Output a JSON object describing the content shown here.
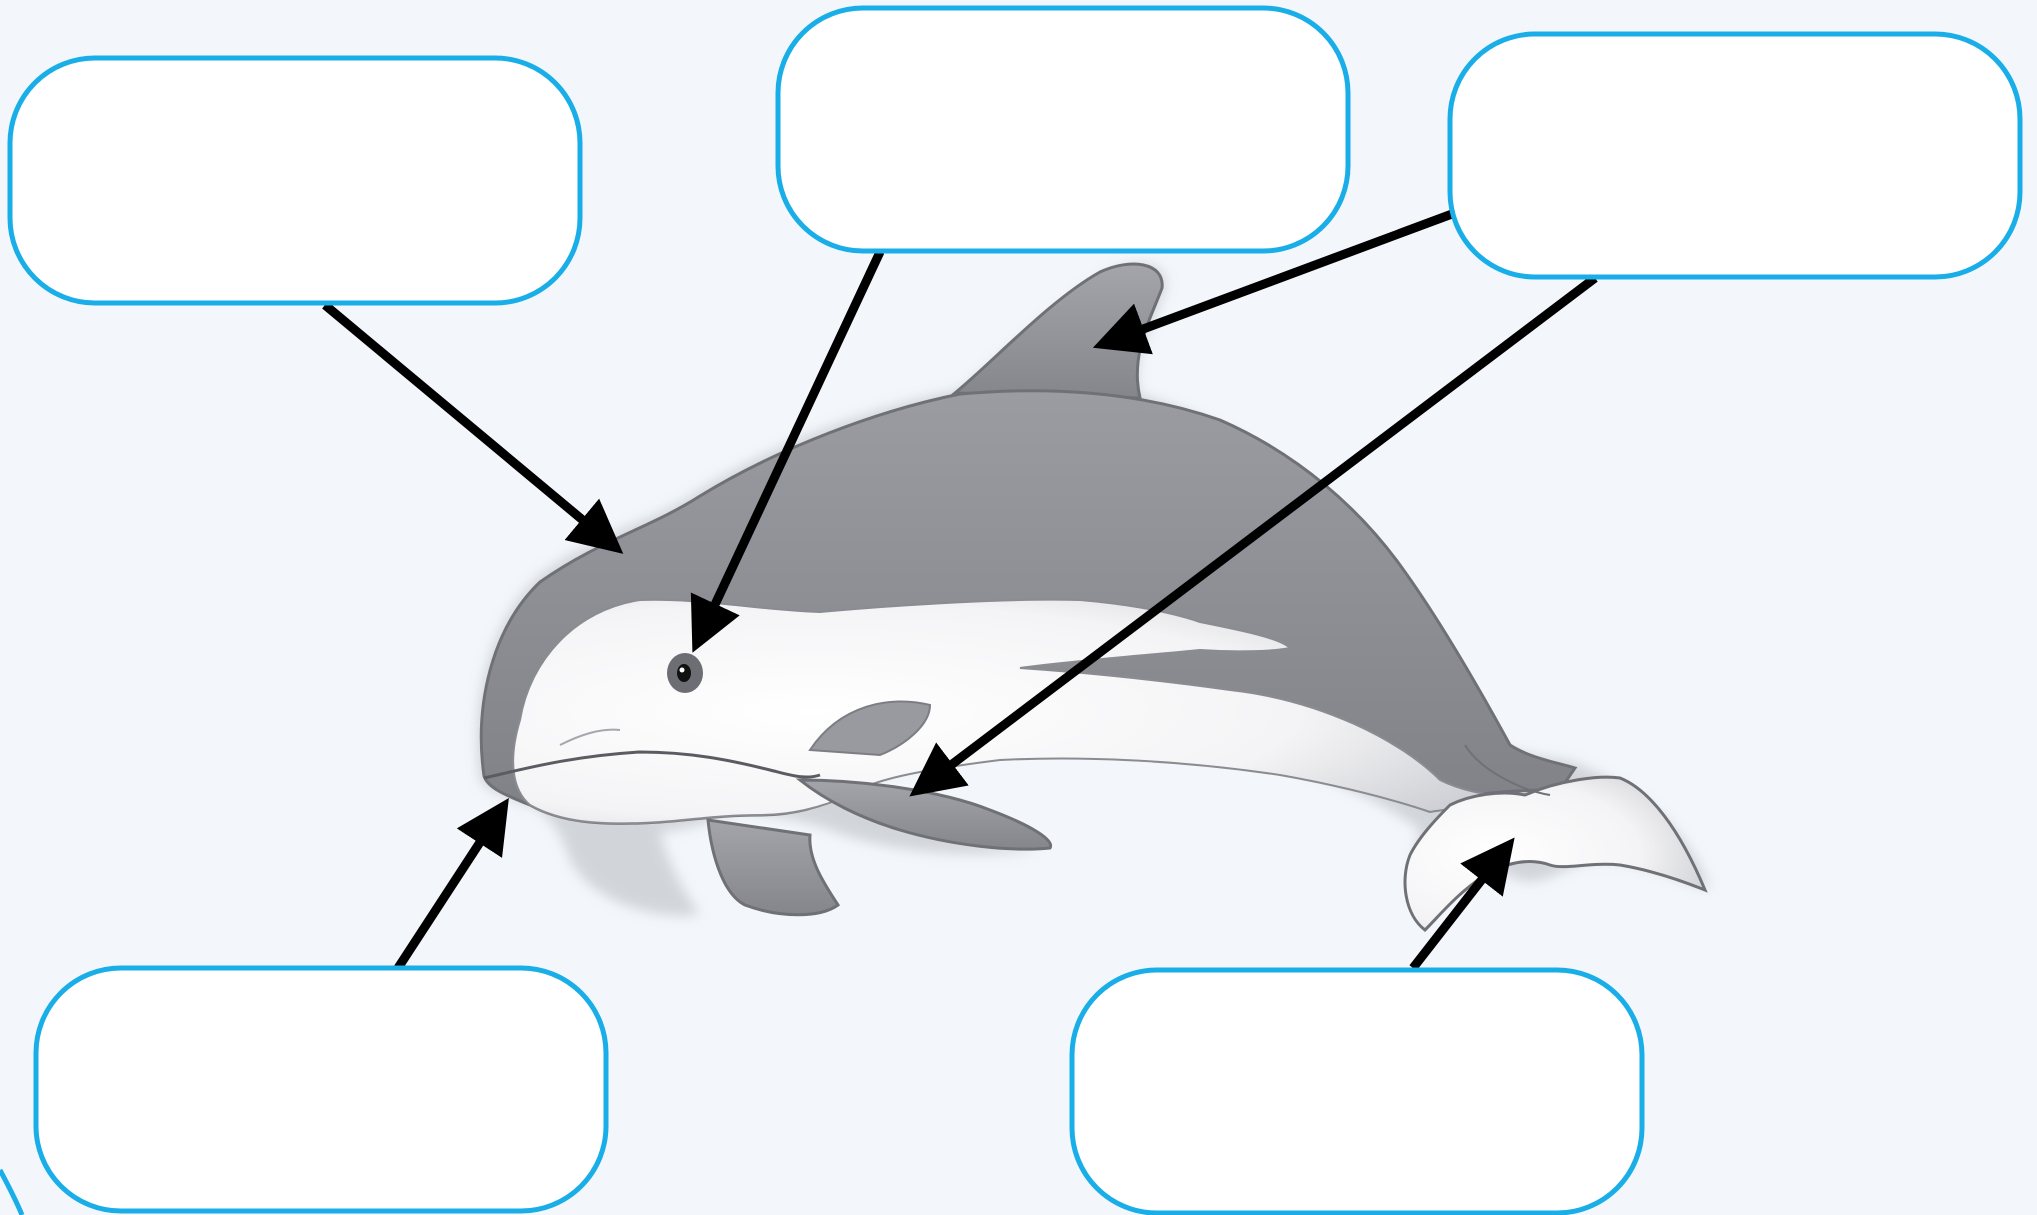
{
  "diagram": {
    "subject": "porpoise",
    "colors": {
      "background": "#f3f7fb",
      "box_border": "#1aaee8",
      "box_fill": "#ffffff",
      "arrow": "#000000",
      "body_dark": "#8e9096",
      "body_light": "#ffffff",
      "outline": "#6f7176"
    },
    "labels": [
      {
        "id": "head",
        "text": ""
      },
      {
        "id": "eye",
        "text": ""
      },
      {
        "id": "dorsal-fin",
        "text": ""
      },
      {
        "id": "mouth",
        "text": ""
      },
      {
        "id": "tail-fluke",
        "text": ""
      }
    ]
  }
}
